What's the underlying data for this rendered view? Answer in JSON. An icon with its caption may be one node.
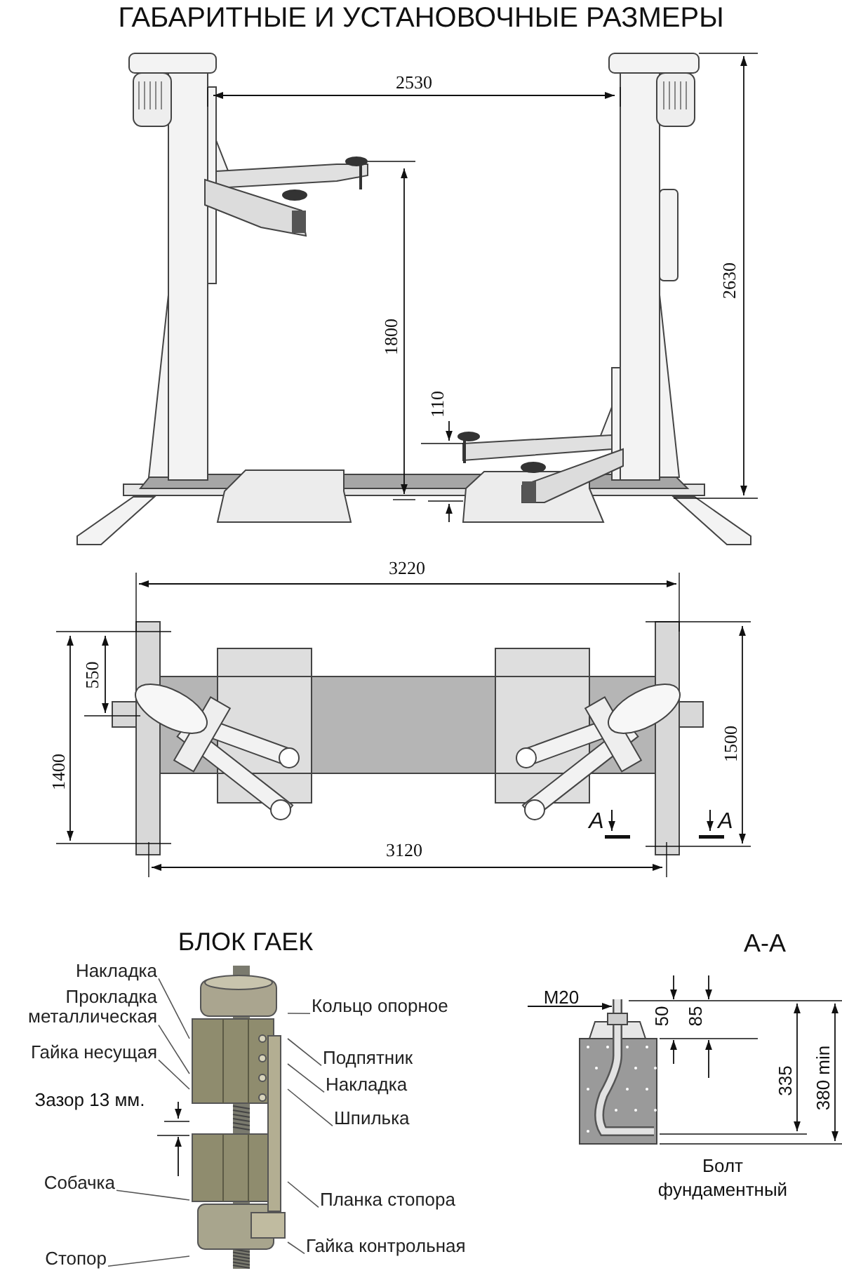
{
  "diagram": {
    "title": "ГАБАРИТНЫЕ И УСТАНОВОЧНЫЕ РАЗМЕРЫ",
    "nodes": [
      {
        "text": [],
        "shape": "picture",
        "beside": [
          "БЛОК ГАЕК"
        ]
      },
      {
        "text": [
          "Накладка"
        ]
      },
      {
        "text": [
          "Прокладка металлическая"
        ]
      },
      {
        "text": [
          "Кольцо опорное"
        ]
      },
      {
        "text": [
          "Гайка несущая"
        ]
      },
      {
        "text": [
          "Подпятник"
        ]
      },
      {
        "text": [
          "Накладка"
        ]
      },
      {
        "text": [
          "Шпилька"
        ]
      },
      {
        "text": [
          "Собачка"
        ]
      },
      {
        "text": [
          "Планка стопора"
        ]
      },
      {
        "text": [
          "Гайка контрольная"
        ]
      },
      {
        "text": [
          "Стопор"
        ]
      }
    ],
    "edges": [
      {
        "from": 1,
        "to": 0,
        "arrow": "none"
      },
      {
        "from": 2,
        "to": 0,
        "arrow": "none"
      },
      {
        "from": 3,
        "to": 0,
        "arrow": "none"
      },
      {
        "from": 4,
        "to": 0,
        "arrow": "none"
      },
      {
        "from": 5,
        "to": 0,
        "arrow": "none"
      },
      {
        "from": 6,
        "to": 0,
        "arrow": "none"
      },
      {
        "from": 7,
        "to": 0,
        "arrow": "none"
      },
      {
        "from": 8,
        "to": 0,
        "arrow": "none"
      },
      {
        "from": 9,
        "to": 0,
        "arrow": "none"
      },
      {
        "from": 10,
        "to": 0,
        "arrow": "none"
      },
      {
        "from": 11,
        "to": 0,
        "arrow": "none"
      }
    ],
    "labels": [
      "2530",
      "1800",
      "110",
      "2630",
      "3220",
      "550",
      "1400",
      "1500",
      "3120",
      "A",
      "A",
      "Зазор 13 мм.",
      "A-A",
      "M20",
      "50",
      "85",
      "335",
      "380 min",
      "Болт фундаментный"
    ]
  }
}
